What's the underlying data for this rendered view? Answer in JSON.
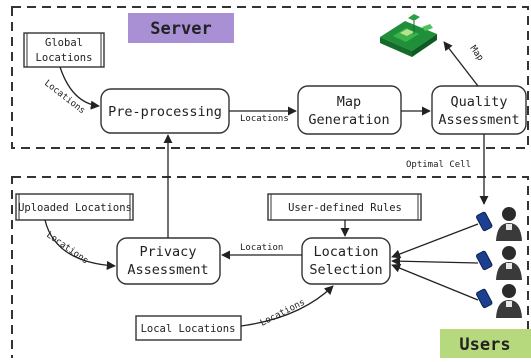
{
  "server_section": {
    "label": "Server",
    "label_bg": "#a98fd3"
  },
  "users_section": {
    "label": "Users",
    "label_bg": "#b7d97e"
  },
  "nodes": {
    "global_locations": "Global Locations",
    "preprocessing": "Pre-processing",
    "map_generation": "Map Generation",
    "quality_assessment": "Quality Assessment",
    "uploaded_locations": "Uploaded Locations",
    "privacy_assessment": "Privacy Assessment",
    "user_defined_rules": "User-defined Rules",
    "location_selection": "Location Selection",
    "local_locations": "Local Locations"
  },
  "edges": {
    "global_to_pre": "Locations",
    "pre_to_map": "Locations",
    "quality_to_map_icon": "Map",
    "quality_to_users": "Optimal Cell",
    "uploaded_to_privacy": "Locations",
    "selection_to_privacy": "Location",
    "local_to_selection": "Locations"
  },
  "icons": [
    "map-icon",
    "user-with-phone-icon"
  ]
}
